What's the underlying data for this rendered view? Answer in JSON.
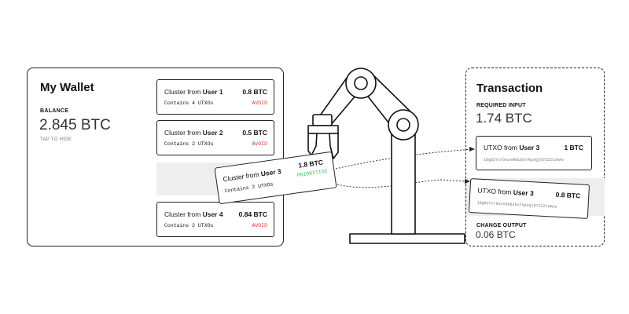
{
  "wallet": {
    "title": "My Wallet",
    "balance_label": "BALANCE",
    "balance_value": "2.845 BTC",
    "tap_hint": "TAP TO HIDE",
    "clusters": [
      {
        "prefix": "Cluster from ",
        "user": "User 1",
        "amount": "0.8 BTC",
        "count": "Contains 4 UTXOs",
        "tag": "AVOID"
      },
      {
        "prefix": "Cluster from ",
        "user": "User 2",
        "amount": "0.5 BTC",
        "count": "Contains 2 UTXOs",
        "tag": "AVOID"
      },
      {
        "prefix": "Cluster from ",
        "user": "User 4",
        "amount": "0.84 BTC",
        "count": "Contains 2 UTXOs",
        "tag": "AVOID"
      }
    ]
  },
  "held_cluster": {
    "prefix": "Cluster from ",
    "user": "User 3",
    "amount": "1.8 BTC",
    "count": "Contains 2 UTXOs",
    "tag": "PRIORITISE"
  },
  "transaction": {
    "title": "Transaction",
    "required_label": "REQUIRED INPUT",
    "required_value": "1.74 BTC",
    "utxos": [
      {
        "prefix": "UTXO from ",
        "user": "User 3",
        "amount": "1 BTC",
        "address": "18g82YtrbAzn9K8zbn7KpsQj875ZZtSAAs"
      },
      {
        "prefix": "UTXO from ",
        "user": "User 3",
        "amount": "0.8 BTC",
        "address": "18g82YtrbAzn9K8zbn7KpsQj875ZZtSAAs"
      }
    ],
    "change_label": "CHANGE OUTPUT",
    "change_value": "0.06 BTC"
  },
  "colors": {
    "avoid": "#d32f2f",
    "prioritise": "#2ec94a",
    "slot_bg": "#eeeeee"
  },
  "icons": [
    "robot-arm-icon"
  ]
}
